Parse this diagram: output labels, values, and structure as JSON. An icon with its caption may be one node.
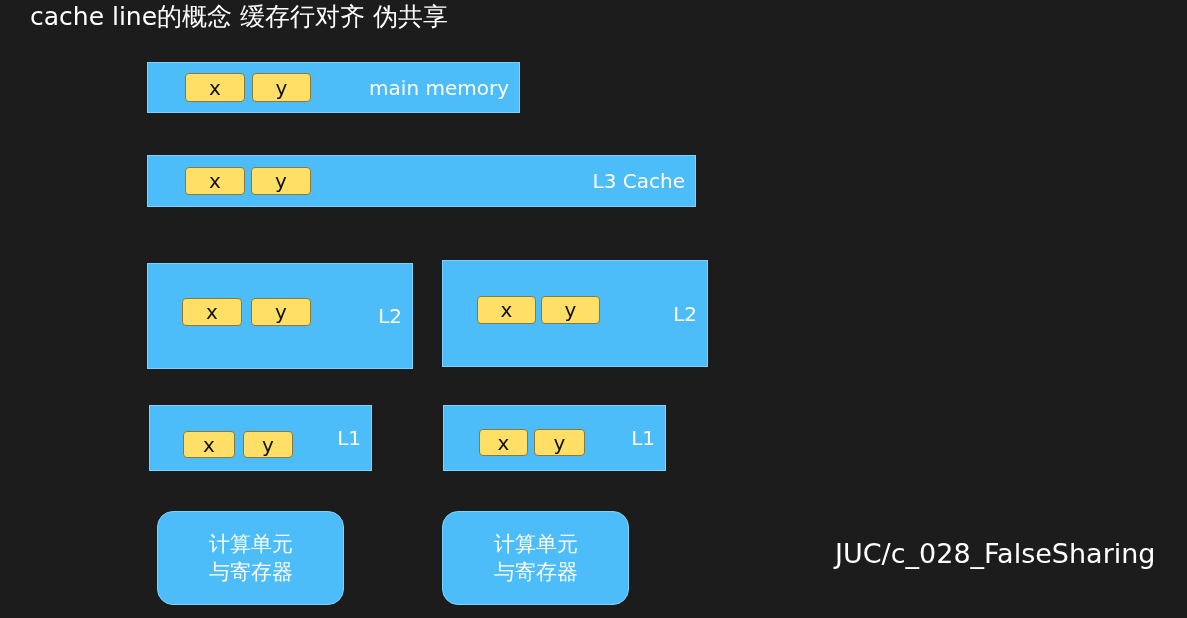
{
  "diagram": {
    "title": "cache line的概念 缓存行对齐 伪共享",
    "nodes": [
      {
        "text": [
          "main memory"
        ]
      },
      {
        "text": [
          "x"
        ],
        "in": 0
      },
      {
        "text": [
          "y"
        ],
        "in": 0
      },
      {
        "text": [
          "L3 Cache"
        ]
      },
      {
        "text": [
          "x"
        ],
        "in": 3
      },
      {
        "text": [
          "y"
        ],
        "in": 3
      },
      {
        "text": [
          "L2"
        ]
      },
      {
        "text": [
          "x"
        ],
        "in": 6
      },
      {
        "text": [
          "y"
        ],
        "in": 6
      },
      {
        "text": [
          "L2"
        ]
      },
      {
        "text": [
          "x"
        ],
        "in": 9
      },
      {
        "text": [
          "y"
        ],
        "in": 9
      },
      {
        "text": [
          "L1"
        ]
      },
      {
        "text": [
          "x"
        ],
        "in": 12
      },
      {
        "text": [
          "y"
        ],
        "in": 12
      },
      {
        "text": [
          "L1"
        ]
      },
      {
        "text": [
          "x"
        ],
        "in": 15
      },
      {
        "text": [
          "y"
        ],
        "in": 15
      },
      {
        "text": [
          "计算单元与寄存器"
        ]
      },
      {
        "text": [
          "计算单元与寄存器"
        ]
      }
    ],
    "labels": [
      "JUC/c_028_FalseSharing"
    ]
  }
}
